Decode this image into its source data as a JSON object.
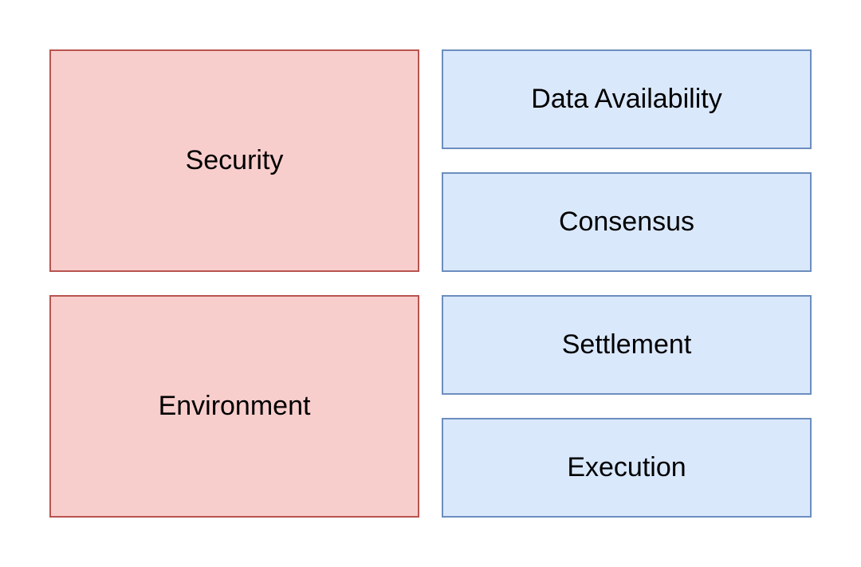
{
  "colors": {
    "red_fill": "#f8cecc",
    "red_border": "#b85450",
    "blue_fill": "#dae8fc",
    "blue_border": "#6c8ebf"
  },
  "left_column": [
    {
      "label": "Security"
    },
    {
      "label": "Environment"
    }
  ],
  "right_column": [
    {
      "label": "Data Availability"
    },
    {
      "label": "Consensus"
    },
    {
      "label": "Settlement"
    },
    {
      "label": "Execution"
    }
  ]
}
